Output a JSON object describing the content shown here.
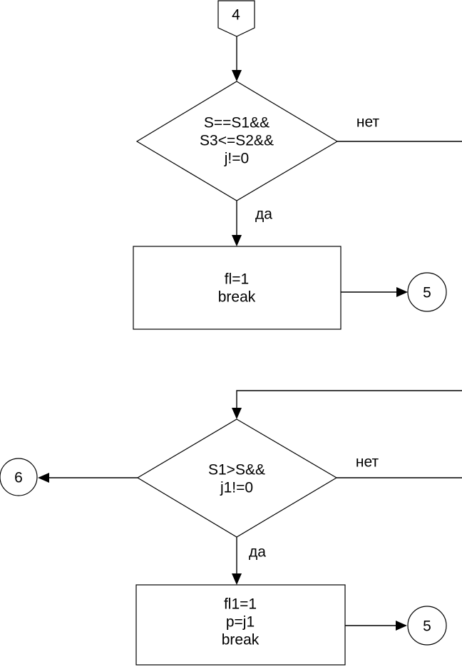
{
  "colors": {
    "stroke": "#000000",
    "text": "#000000",
    "background": "#ffffff"
  },
  "flowchart": {
    "offpage_connector_top": {
      "label": "4"
    },
    "decision1": {
      "lines": [
        "S==S1&&",
        "S3<=S2&&",
        "j!=0"
      ],
      "no_label": "нет",
      "yes_label": "да"
    },
    "process1": {
      "lines": [
        "fl=1",
        "break"
      ]
    },
    "connector_5_top": {
      "label": "5"
    },
    "decision2": {
      "lines": [
        "S1>S&&",
        "j1!=0"
      ],
      "no_label": "нет",
      "yes_label": "да"
    },
    "connector_6": {
      "label": "6"
    },
    "process2": {
      "lines": [
        "fl1=1",
        "p=j1",
        "break"
      ]
    },
    "connector_5_bottom": {
      "label": "5"
    }
  }
}
